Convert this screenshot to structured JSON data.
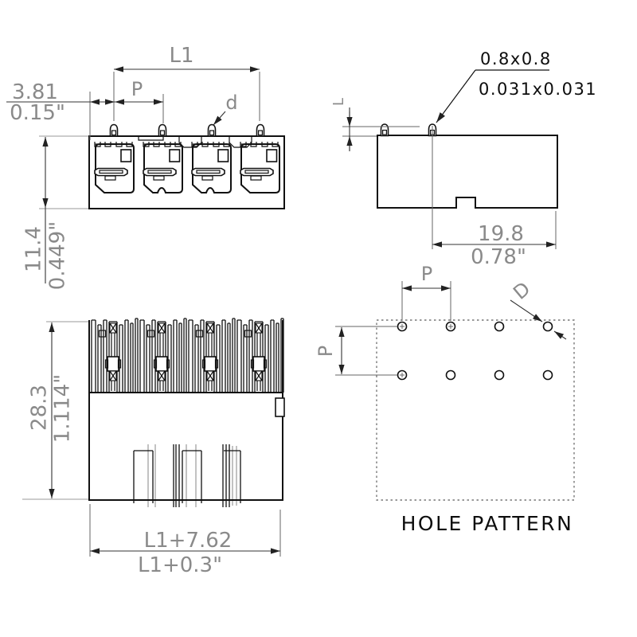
{
  "drawing": {
    "top_view": {
      "dim_l1": "L1",
      "dim_pitch": "P",
      "dim_pin_dia": "d",
      "dim_offset_mm": "3.81",
      "dim_offset_in": "0.15\"",
      "dim_height_mm": "11.4",
      "dim_height_in": "0.449\""
    },
    "side_view": {
      "pin_square_mm": "0.8x0.8",
      "pin_square_in": "0.031x0.031",
      "dim_pin_length": "L",
      "dim_depth_mm": "19.8",
      "dim_depth_in": "0.78\""
    },
    "front_view": {
      "dim_height_mm": "28.3",
      "dim_height_in": "1.114\"",
      "dim_width_mm": "L1+7.62",
      "dim_width_in": "L1+0.3\""
    },
    "hole_pattern": {
      "dim_pitch_h": "P",
      "dim_pitch_v": "P",
      "dim_hole_dia": "D",
      "caption": "HOLE PATTERN"
    },
    "colors": {
      "outline": "#111111",
      "dimension_line": "#333333",
      "dimension_text": "#8a8a8a",
      "label_text": "#0d0d0d"
    }
  }
}
